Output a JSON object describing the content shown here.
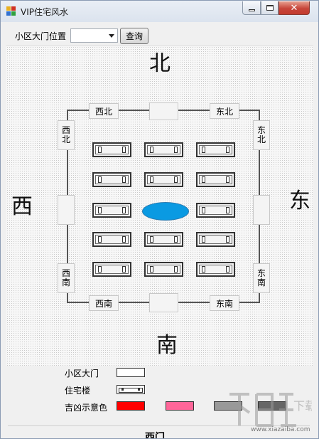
{
  "window": {
    "title": "VIP住宅风水",
    "minimize_glyph": "",
    "maximize_glyph": "",
    "close_glyph": "✕"
  },
  "toolbar": {
    "gate_label": "小区大门位置",
    "gate_select_value": "",
    "query_label": "查询"
  },
  "compass": {
    "north": "北",
    "south": "南",
    "west": "西",
    "east": "东"
  },
  "gates": {
    "northwest": "西北",
    "north": "",
    "northeast": "东北",
    "west_north": [
      "西",
      "北"
    ],
    "west": "",
    "west_south": [
      "西",
      "南"
    ],
    "east_north": [
      "东",
      "北"
    ],
    "east": "",
    "east_south": [
      "东",
      "南"
    ],
    "southwest": "西南",
    "south": "",
    "southeast": "东南"
  },
  "residential_buildings": {
    "rows": 5,
    "columns": 3,
    "center_feature": "pond"
  },
  "legend": {
    "gate_label": "小区大门",
    "building_label": "住宅楼",
    "fortune_label": "吉凶示意色",
    "fortune_colors": [
      "#ff0000",
      "#ff6699",
      "#999999",
      "#666666"
    ]
  },
  "result": {
    "title": "西门"
  },
  "watermark": {
    "text": "www.xiazaiba.com",
    "logo_text": "下载吧"
  },
  "colors": {
    "pond": "#0a9ae2",
    "close_button": "#c7453a"
  }
}
